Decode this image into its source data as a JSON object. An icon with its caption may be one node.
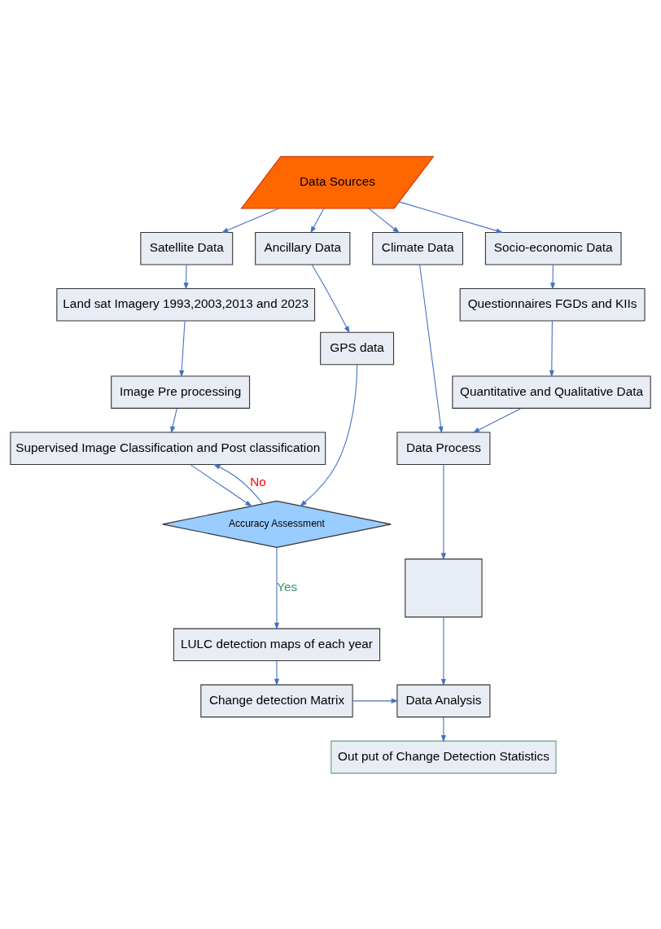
{
  "diagram": {
    "nodes": [
      {
        "text": [
          "Data Sources"
        ]
      },
      {
        "text": [
          "Satellite Data"
        ]
      },
      {
        "text": [
          "Ancillary Data"
        ]
      },
      {
        "text": [
          "Climate Data"
        ]
      },
      {
        "text": [
          "Socio-economic Data"
        ]
      },
      {
        "text": [
          "Land sat Imagery 1993,2003,2013 and 2023"
        ]
      },
      {
        "text": [
          "Image Pre processing"
        ]
      },
      {
        "text": [
          "Supervised Image Classification and Post classification"
        ]
      },
      {
        "text": [
          "Accuracy Assessment"
        ]
      },
      {
        "text": [
          "LULC detection maps of each year"
        ]
      },
      {
        "text": [
          "Change detection Matrix"
        ]
      },
      {
        "text": [
          "GPS data"
        ]
      },
      {
        "text": [
          "Questionnaires FGDs and KIIs"
        ]
      },
      {
        "text": [
          "Quantitative and Qualitative Data"
        ]
      },
      {
        "text": [
          "Data Process"
        ]
      },
      {
        "text": [],
        "shape": "box"
      },
      {
        "text": [
          "Data Analysis"
        ]
      },
      {
        "text": [
          "Out put of Change Detection Statistics"
        ]
      }
    ],
    "edges": [
      {
        "from": 0,
        "to": 1,
        "arrow": "to"
      },
      {
        "from": 0,
        "to": 2,
        "arrow": "to"
      },
      {
        "from": 0,
        "to": 3,
        "arrow": "to"
      },
      {
        "from": 0,
        "to": 4,
        "arrow": "to"
      },
      {
        "from": 1,
        "to": 5,
        "arrow": "to"
      },
      {
        "from": 5,
        "to": 6,
        "arrow": "to"
      },
      {
        "from": 6,
        "to": 7,
        "arrow": "to"
      },
      {
        "from": 7,
        "to": 8,
        "arrow": "to"
      },
      {
        "from": 8,
        "to": 7,
        "arrow": "to",
        "label": "No"
      },
      {
        "from": 8,
        "to": 9,
        "arrow": "to",
        "label": "Yes"
      },
      {
        "from": 9,
        "to": 10,
        "arrow": "to"
      },
      {
        "from": 10,
        "to": 16,
        "arrow": "to"
      },
      {
        "from": 2,
        "to": 11,
        "arrow": "to"
      },
      {
        "from": 11,
        "to": 8,
        "arrow": "to"
      },
      {
        "from": 4,
        "to": 12,
        "arrow": "to"
      },
      {
        "from": 12,
        "to": 13,
        "arrow": "to"
      },
      {
        "from": 13,
        "to": 14,
        "arrow": "to"
      },
      {
        "from": 3,
        "to": 14,
        "arrow": "to"
      },
      {
        "from": 14,
        "to": 15,
        "arrow": "to"
      },
      {
        "from": 15,
        "to": 16,
        "arrow": "to"
      },
      {
        "from": 16,
        "to": 17,
        "arrow": "to"
      }
    ]
  }
}
